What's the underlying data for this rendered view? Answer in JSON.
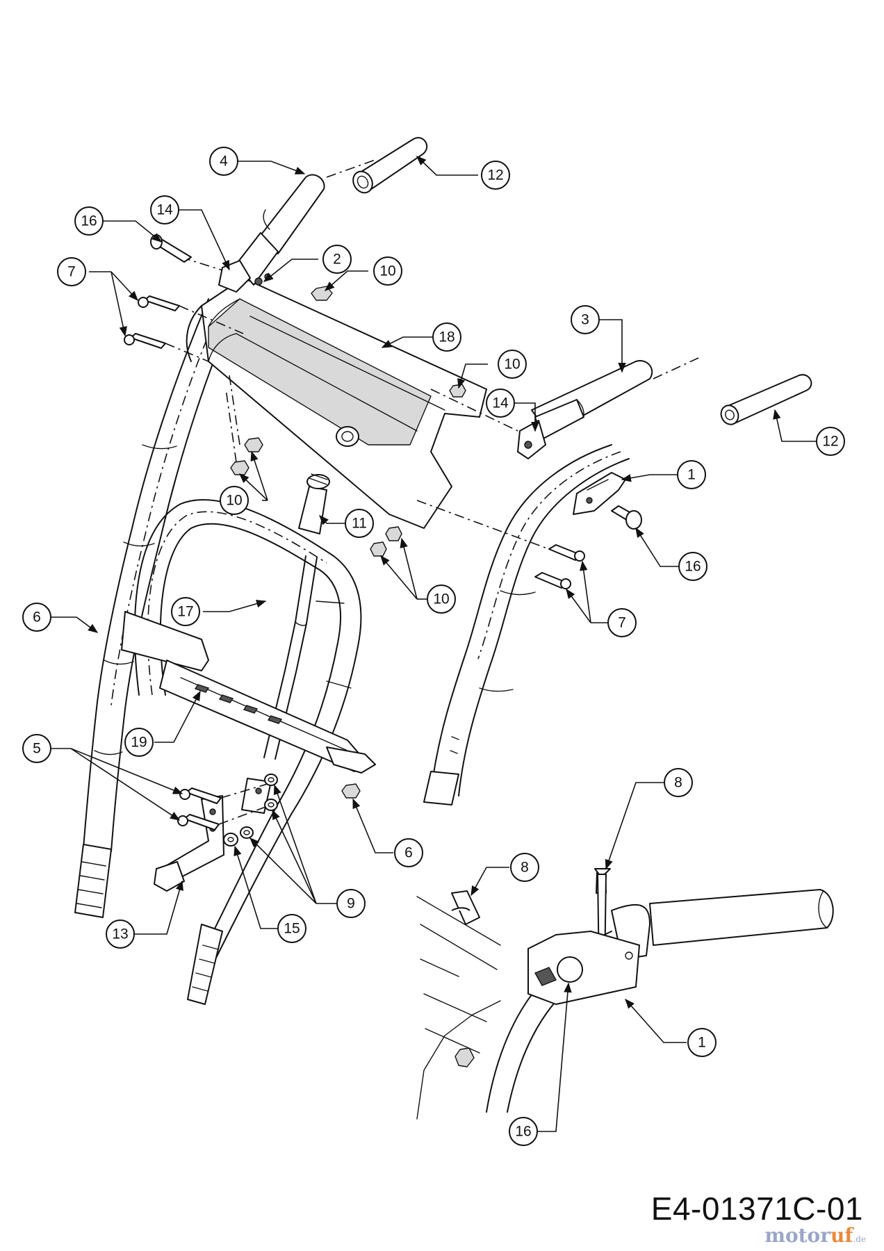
{
  "diagram": {
    "callouts": [
      {
        "label": "4"
      },
      {
        "label": "12"
      },
      {
        "label": "16"
      },
      {
        "label": "14"
      },
      {
        "label": "2"
      },
      {
        "label": "10"
      },
      {
        "label": "7"
      },
      {
        "label": "18"
      },
      {
        "label": "3"
      },
      {
        "label": "10"
      },
      {
        "label": "14"
      },
      {
        "label": "12"
      },
      {
        "label": "1"
      },
      {
        "label": "10"
      },
      {
        "label": "11"
      },
      {
        "label": "16"
      },
      {
        "label": "10"
      },
      {
        "label": "7"
      },
      {
        "label": "6"
      },
      {
        "label": "17"
      },
      {
        "label": "19"
      },
      {
        "label": "5"
      },
      {
        "label": "8"
      },
      {
        "label": "6"
      },
      {
        "label": "9"
      },
      {
        "label": "8"
      },
      {
        "label": "13"
      },
      {
        "label": "15"
      },
      {
        "label": "1"
      },
      {
        "label": "16"
      }
    ]
  },
  "drawing_code": "E4-01371C-01",
  "watermark": {
    "brand_a": "motor",
    "brand_accent": "uf",
    "domain": ".de"
  },
  "colors": {
    "line": "#111111",
    "background": "#ffffff",
    "shade": "#d9d9d9"
  }
}
